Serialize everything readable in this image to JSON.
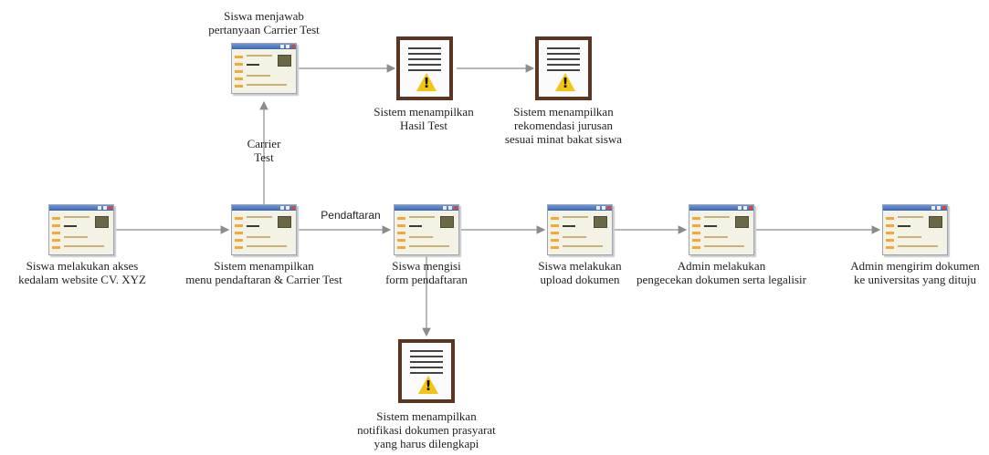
{
  "colors": {
    "arrow": "#8c8c8c",
    "window_titlebar": "#4a76c0",
    "window_body": "#f4f2e4",
    "document_frame": "#5a3522",
    "warning": "#f2c413"
  },
  "nodes": {
    "n_akses": {
      "icon": "web-page-icon",
      "lines": [
        "Siswa melakukan akses",
        "kedalam website CV. XYZ"
      ]
    },
    "n_menu": {
      "icon": "web-page-icon",
      "lines": [
        "Sistem menampilkan",
        "menu pendaftaran & Carrier Test"
      ]
    },
    "n_jawab": {
      "icon": "web-page-icon",
      "lines": [
        "Siswa menjawab",
        "pertanyaan Carrier Test"
      ]
    },
    "n_hasil": {
      "icon": "report-warning-icon",
      "lines": [
        "Sistem menampilkan",
        "Hasil Test"
      ]
    },
    "n_rekom": {
      "icon": "report-warning-icon",
      "lines": [
        "Sistem menampilkan",
        "rekomendasi jurusan",
        "sesuai minat bakat siswa"
      ]
    },
    "n_form": {
      "icon": "web-page-icon",
      "lines": [
        "Siswa mengisi",
        "form pendaftaran"
      ]
    },
    "n_notif": {
      "icon": "report-warning-icon",
      "lines": [
        "Sistem menampilkan",
        "notifikasi dokumen prasyarat",
        "yang harus dilengkapi"
      ]
    },
    "n_upload": {
      "icon": "web-page-icon",
      "lines": [
        "Siswa melakukan",
        "upload dokumen"
      ]
    },
    "n_cek": {
      "icon": "web-page-icon",
      "lines": [
        "Admin melakukan",
        "pengecekan dokumen serta legalisir"
      ]
    },
    "n_kirim": {
      "icon": "web-page-icon",
      "lines": [
        "Admin mengirim dokumen",
        "ke universitas yang dituju"
      ]
    }
  },
  "edges": [
    {
      "from": "n_akses",
      "to": "n_menu"
    },
    {
      "from": "n_menu",
      "to": "n_jawab",
      "label": [
        "Carrier",
        "Test"
      ]
    },
    {
      "from": "n_jawab",
      "to": "n_hasil"
    },
    {
      "from": "n_hasil",
      "to": "n_rekom"
    },
    {
      "from": "n_menu",
      "to": "n_form",
      "label": [
        "Pendaftaran"
      ]
    },
    {
      "from": "n_form",
      "to": "n_upload"
    },
    {
      "from": "n_form",
      "to": "n_notif"
    },
    {
      "from": "n_upload",
      "to": "n_cek"
    },
    {
      "from": "n_cek",
      "to": "n_kirim"
    }
  ]
}
